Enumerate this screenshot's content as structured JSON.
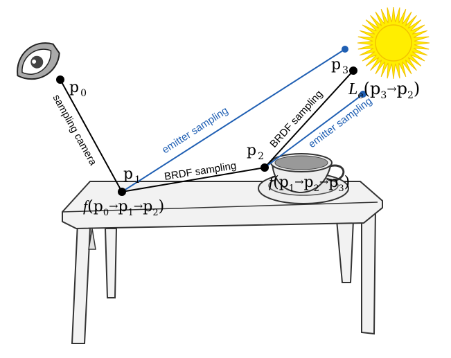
{
  "points": {
    "p0": {
      "base": "p",
      "sub": "0"
    },
    "p1": {
      "base": "p",
      "sub": "1"
    },
    "p2": {
      "base": "p",
      "sub": "2"
    },
    "p3": {
      "base": "p",
      "sub": "3"
    }
  },
  "labels": {
    "sampling_camera": "sampling camera",
    "emitter_sampling_1": "emitter sampling",
    "emitter_sampling_2": "emitter sampling",
    "brdf_sampling_1": "BRDF sampling",
    "brdf_sampling_2": "BRDF sampling"
  },
  "formulas": {
    "f1": {
      "fn": "f",
      "open": "(",
      "a": "p",
      "a_sub": "0",
      "b": "p",
      "b_sub": "1",
      "c": "p",
      "c_sub": "2",
      "close": ")"
    },
    "f2": {
      "fn": "f",
      "open": "(",
      "a": "p",
      "a_sub": "1",
      "b": "p",
      "b_sub": "2",
      "c": "p",
      "c_sub": "3",
      "close": ")"
    },
    "le": {
      "fn": "L",
      "fn_sub": "e",
      "open": "(",
      "a": "p",
      "a_sub": "3",
      "b": "p",
      "b_sub": "2",
      "close": ")"
    }
  },
  "colors": {
    "path": "#000000",
    "emitter": "#1f5fb3",
    "sun_fill": "#ffee00",
    "sun_rays": "#f2c200",
    "table_fill": "#f2f2f2",
    "table_stroke": "#333333",
    "cup_fill": "#eeeeee",
    "cup_inside": "#999999"
  },
  "icons": {
    "eye": "eye-icon",
    "sun": "sun-icon",
    "cup": "teacup-icon",
    "table": "table-icon"
  }
}
